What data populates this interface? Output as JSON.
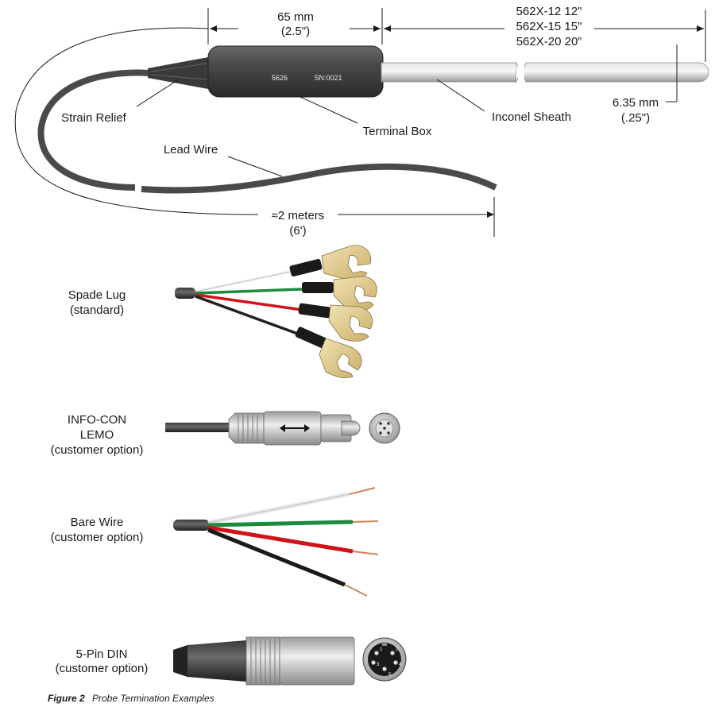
{
  "probe": {
    "terminal_box_length_mm": "65 mm",
    "terminal_box_length_in": "(2.5\")",
    "sheath_lengths": [
      "562X-12 12\"",
      "562X-15 15\"",
      "562X-20 20”"
    ],
    "sheath_diameter_mm": "6.35 mm",
    "sheath_diameter_in": "(.25\")",
    "terminal_box_model": "5626",
    "terminal_box_serial": "SN:0021",
    "lead_length": "≈2 meters",
    "lead_length_ft": "(6')"
  },
  "labels": {
    "strain_relief": "Strain Relief",
    "terminal_box": "Terminal Box",
    "inconel_sheath": "Inconel Sheath",
    "lead_wire": "Lead Wire"
  },
  "terminations": [
    {
      "id": "spade-lug",
      "title": "Spade Lug",
      "note": "(standard)"
    },
    {
      "id": "info-con",
      "title": "INFO-CON",
      "title2": "LEMO",
      "note": "(customer option)"
    },
    {
      "id": "bare-wire",
      "title": "Bare Wire",
      "note": "(customer option)"
    },
    {
      "id": "din",
      "title": "5-Pin DIN",
      "note": "(customer option)"
    }
  ],
  "din_pins": [
    "1",
    "2",
    "3",
    "4",
    "5"
  ],
  "caption": {
    "label": "Figure 2",
    "text": "Probe Termination Examples"
  },
  "colors": {
    "wire_white": "#f2f2f2",
    "wire_green": "#1e8a3e",
    "wire_red": "#d0121b",
    "wire_black": "#222222",
    "copper": "#c8875a",
    "lug_gold": "#e4cf94",
    "cable": "#4a4a4a",
    "sheath": "#c9c9c9"
  }
}
